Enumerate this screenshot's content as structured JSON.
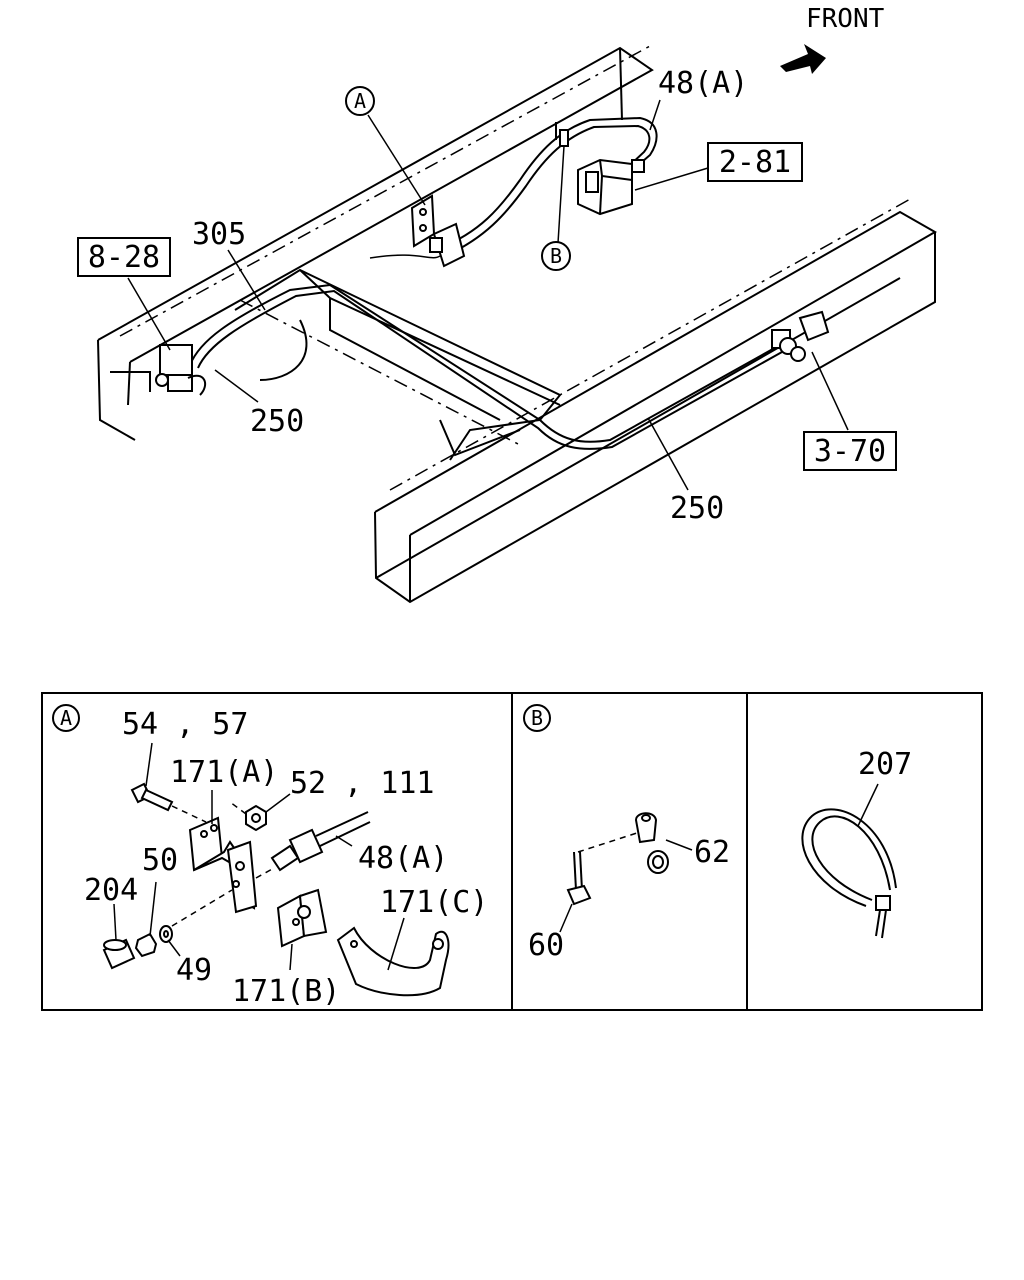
{
  "main_view": {
    "front_label": "FRONT",
    "callouts": {
      "c48a": "48(A)",
      "c305": "305",
      "c250_left": "250",
      "c250_right": "250",
      "ref_a": "A",
      "ref_b": "B"
    },
    "ref_boxes": {
      "r828": "8-28",
      "r281": "2-81",
      "r370": "3-70"
    }
  },
  "detail_a": {
    "marker": "A",
    "labels": {
      "l5457": "54 , 57",
      "l171a": "171(A)",
      "l52111": "52 , 111",
      "l48a": "48(A)",
      "l50": "50",
      "l204": "204",
      "l49": "49",
      "l171b": "171(B)",
      "l171c": "171(C)"
    }
  },
  "detail_b": {
    "marker": "B",
    "labels": {
      "l62": "62",
      "l60": "60"
    }
  },
  "detail_c": {
    "labels": {
      "l207": "207"
    }
  }
}
